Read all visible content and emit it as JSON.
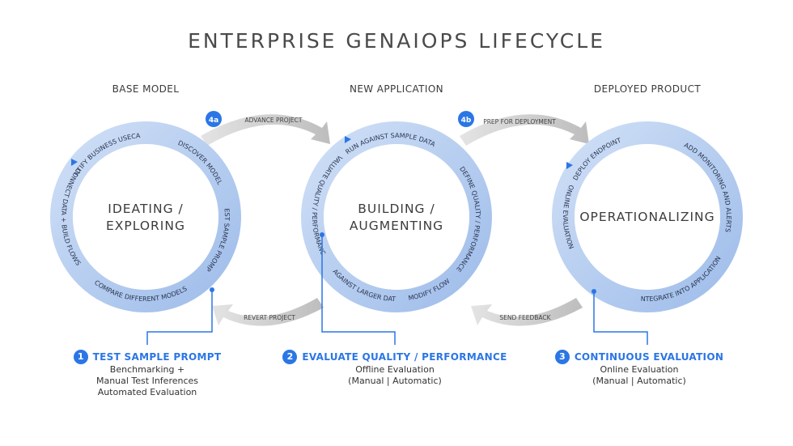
{
  "title": "ENTERPRISE GENAIOPS LIFECYCLE",
  "columns": [
    {
      "heading": "BASE MODEL",
      "center": [
        "IDEATING /",
        "EXPLORING"
      ],
      "ring_labels": [
        "IDENTIFY BUSINESS USECASE",
        "DISCOVER MODEL",
        "TEST SAMPLE PROMPT",
        "COMPARE DIFFERENT MODELS",
        "CONNECT DATA + BUILD FLOWS"
      ]
    },
    {
      "heading": "NEW APPLICATION",
      "center": [
        "BUILDING /",
        "AUGMENTING"
      ],
      "ring_labels": [
        "RUN AGAINST SAMPLE DATA",
        "DEFINE QUALITY / PERFORMANCE",
        "MODIFY FLOW",
        "RUN AGAINST LARGER DATASET",
        "EVALUATE QUALITY / PERFORMANCE"
      ]
    },
    {
      "heading": "DEPLOYED PRODUCT",
      "center": [
        "OPERATIONALIZING"
      ],
      "ring_labels": [
        "DEPLOY ENDPOINT",
        "ADD MONITORING AND ALERTS",
        "INTEGRATE INTO APPLICATION",
        "ONLINE EVALUATION"
      ]
    }
  ],
  "connectors": {
    "top_left_badge": "4a",
    "top_left_label": "ADVANCE PROJECT",
    "top_right_badge": "4b",
    "top_right_label": "PREP FOR DEPLOYMENT",
    "bottom_left_label": "REVERT PROJECT",
    "bottom_right_label": "SEND FEEDBACK"
  },
  "steps": [
    {
      "num": "1",
      "title": "TEST SAMPLE PROMPT",
      "lines": [
        "Benchmarking +",
        "Manual Test Inferences",
        "Automated Evaluation"
      ]
    },
    {
      "num": "2",
      "title": "EVALUATE QUALITY / PERFORMANCE",
      "lines": [
        "Offline Evaluation",
        "(Manual | Automatic)"
      ]
    },
    {
      "num": "3",
      "title": "CONTINUOUS EVALUATION",
      "lines": [
        "Online Evaluation",
        "(Manual | Automatic)"
      ]
    }
  ],
  "colors": {
    "accent": "#2b76e5",
    "ring_light": "#dde8f8",
    "ring_dark": "#a9c4ec",
    "connector": "#c8c8c8"
  }
}
